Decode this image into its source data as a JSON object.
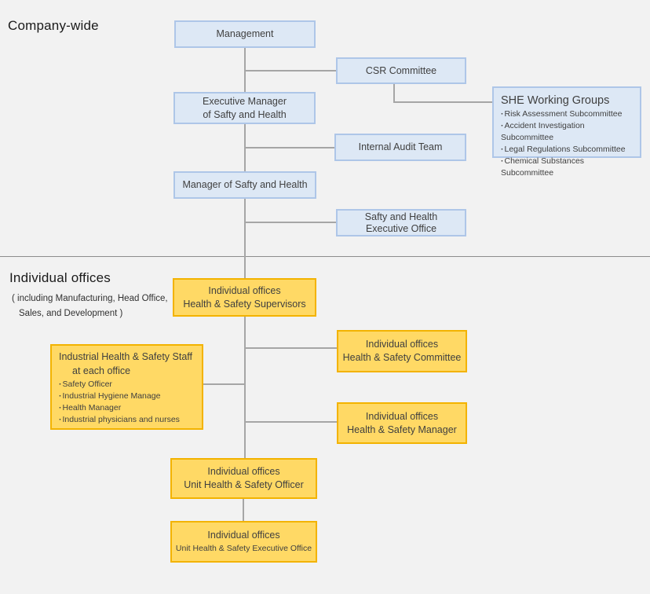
{
  "colors": {
    "background": "#f2f2f2",
    "blue_fill": "#dde8f5",
    "blue_border": "#aec6e8",
    "yellow_fill": "#ffd965",
    "yellow_border": "#f3b300",
    "connector": "#a6a6a6",
    "divider": "#8c8c8c",
    "text": "#3f3f3f"
  },
  "sections": {
    "company_wide": {
      "title": "Company-wide"
    },
    "individual_offices": {
      "title": "Individual offices",
      "subtitle_line1": "( including Manufacturing, Head Office,",
      "subtitle_line2": "Sales, and Development )"
    }
  },
  "nodes": {
    "management": {
      "label": "Management"
    },
    "csr_committee": {
      "label": "CSR Committee"
    },
    "executive_manager": {
      "line1": "Executive Manager",
      "line2": "of Safty and Health"
    },
    "she_working_groups": {
      "title": "SHE Working Groups",
      "items": [
        "Risk Assessment Subcommittee",
        "Accident Investigation Subcommittee",
        "Legal Regulations Subcommittee",
        "Chemical Substances Subcommittee"
      ]
    },
    "internal_audit": {
      "label": "Internal Audit Team"
    },
    "manager_safety_health": {
      "label": "Manager of Safty and Health"
    },
    "safety_health_executive_office": {
      "line1": "Safty and Health",
      "line2": "Executive Office"
    },
    "supervisors": {
      "line1": "Individual offices",
      "line2": "Health & Safety Supervisors"
    },
    "committee": {
      "line1": "Individual offices",
      "line2": "Health & Safety Committee"
    },
    "industrial_staff": {
      "title": "Industrial Health & Safety Staff",
      "subtitle": "at each office",
      "items": [
        "Safety Officer",
        "Industrial Hygiene Manage",
        "Health Manager",
        "Industrial physicians and nurses"
      ]
    },
    "hs_manager": {
      "line1": "Individual offices",
      "line2": "Health & Safety Manager"
    },
    "unit_officer": {
      "line1": "Individual offices",
      "line2": "Unit Health & Safety Officer"
    },
    "unit_executive_office": {
      "line1": "Individual offices",
      "line2": "Unit Health & Safety Executive Office"
    }
  }
}
